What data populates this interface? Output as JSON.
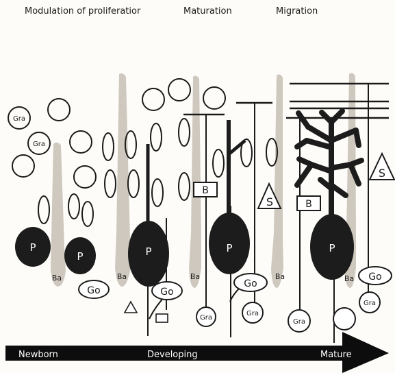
{
  "headers": {
    "proliferation": "Modulation of proliferatior",
    "maturation": "Maturation",
    "migration": "Migration"
  },
  "timeline": {
    "newborn": "Newborn",
    "developing": "Developing",
    "mature": "Mature"
  },
  "labels": {
    "purkinje": "P",
    "bergmann": "Ba",
    "golgi": "Go",
    "granule": "Gra",
    "basket": "B",
    "stellate": "S"
  },
  "colors": {
    "dark": "#1c1c1c",
    "glia": "#cfc8be",
    "bar": "#0d0d0d"
  }
}
